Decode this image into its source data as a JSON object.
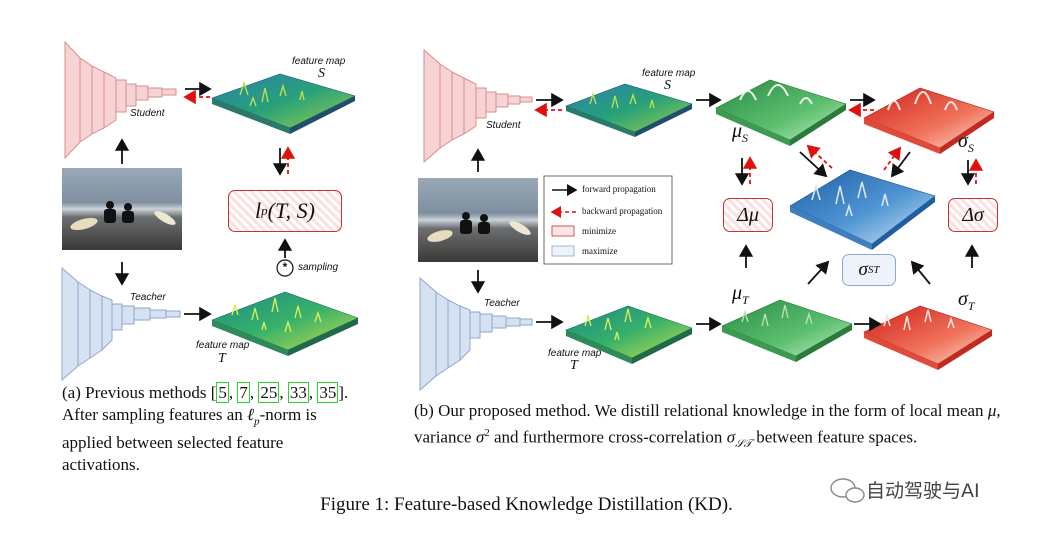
{
  "left": {
    "student_label": "Student",
    "teacher_label": "Teacher",
    "fm_s_title": "feature map",
    "fm_s_var": "S",
    "fm_t_title": "feature map",
    "fm_t_var": "T",
    "loss": "l",
    "loss_sub": "p",
    "loss_args": "(T, S)",
    "sampling": "sampling",
    "sampling_symbol": "*",
    "caption": {
      "p1": "(a) Previous methods [",
      "refs": [
        "5",
        "7",
        "25",
        "33",
        "35"
      ],
      "p2": "]. After sampling features an ",
      "lp": "ℓ",
      "lp_sub": "p",
      "p3": "-norm is applied between selected feature activations."
    }
  },
  "right": {
    "student_label": "Student",
    "teacher_label": "Teacher",
    "fm_s_title": "feature map",
    "fm_s_var": "S",
    "fm_t_title": "feature map",
    "fm_t_var": "T",
    "mu_s": "μ",
    "mu_s_sub": "S",
    "mu_t": "μ",
    "mu_t_sub": "T",
    "sigma_s": "σ",
    "sigma_s_sub": "S",
    "sigma_t": "σ",
    "sigma_t_sub": "T",
    "delta_mu": "Δμ",
    "delta_sigma": "Δσ",
    "sigma_st": "σ",
    "sigma_st_sub": "ST",
    "legend": {
      "forward": "forward propagation",
      "backward": "backward propagation",
      "minimize": "minimize",
      "maximize": "maximize"
    },
    "caption": {
      "p1": "(b) Our proposed method. We distill relational knowledge in the form of local mean ",
      "mu": "μ",
      "p2": ", variance ",
      "sigma2": "σ",
      "sup": "2",
      "p3": " and furthermore cross-correlation ",
      "sigma_st": "σ",
      "sigma_st_sub": "𝒮𝒯",
      "p4": " between feature spaces."
    }
  },
  "figure_caption": "Figure 1: Feature-based Knowledge Distillation (KD).",
  "watermark": "自动驾驶与AI",
  "colors": {
    "student": "#f2b9b9",
    "teacher": "#b9cbe6",
    "arrow_back": "#e01010",
    "map_green": "#3a9a5a",
    "map_blue": "#2f6fb8",
    "map_red": "#e03a2a"
  }
}
